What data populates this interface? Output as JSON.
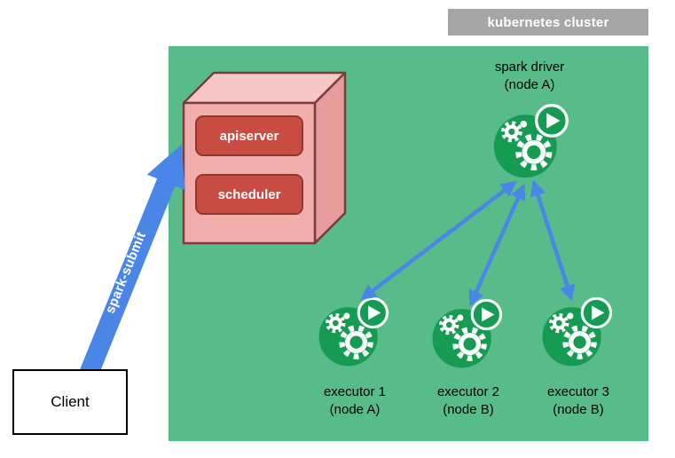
{
  "diagram": {
    "cluster_label": "kubernetes cluster",
    "control_plane": {
      "apiserver": "apiserver",
      "scheduler": "scheduler"
    },
    "driver": {
      "line1": "spark driver",
      "line2": "(node A)"
    },
    "executors": [
      {
        "line1": "executor 1",
        "line2": "(node A)"
      },
      {
        "line1": "executor 2",
        "line2": "(node B)"
      },
      {
        "line1": "executor 3",
        "line2": "(node B)"
      }
    ],
    "client_label": "Client",
    "spark_submit_label": "spark-submit",
    "colors": {
      "cluster_bg": "#57bb8a",
      "label_bg": "#a6a6a6",
      "pod_green": "#169c52",
      "arrow_blue": "#4a86e8",
      "box_red": "#c94c43",
      "box_red_border": "#8b3a32",
      "cube_front": "#f2adad",
      "cube_top": "#f7c6c6",
      "cube_side": "#e99c9c",
      "cube_outline": "#7e3b3b"
    }
  }
}
